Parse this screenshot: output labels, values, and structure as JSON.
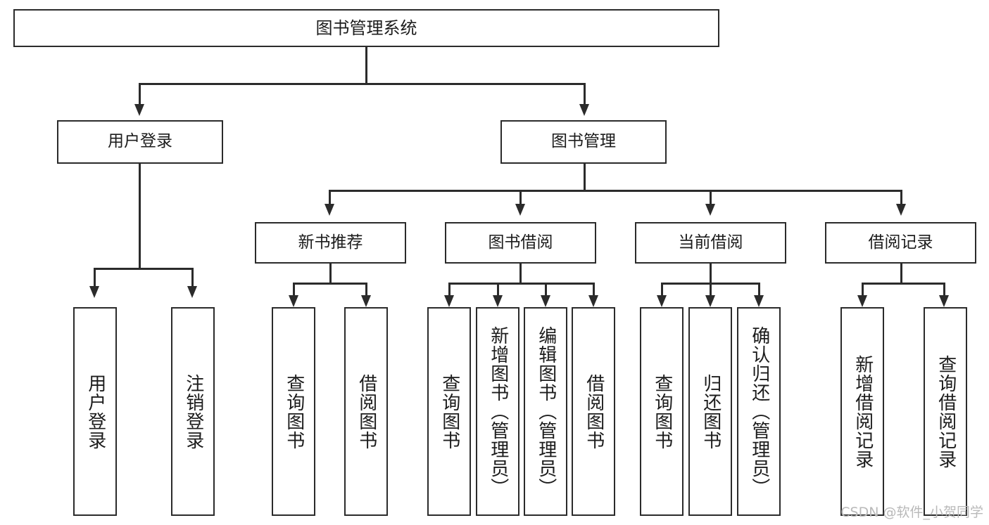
{
  "diagram": {
    "title": "图书管理系统",
    "type": "tree-hierarchy",
    "watermark": "CSDN @软件_小贺同学",
    "colors": {
      "background": "#ffffff",
      "stroke": "#2b2b2b",
      "text": "#1c1c1c",
      "watermark": "#b9b9b9"
    }
  },
  "nodes": {
    "root": {
      "label": "图书管理系统"
    },
    "level2": [
      {
        "label": "用户登录"
      },
      {
        "label": "图书管理"
      }
    ],
    "level3": [
      {
        "label": "新书推荐"
      },
      {
        "label": "图书借阅"
      },
      {
        "label": "当前借阅"
      },
      {
        "label": "借阅记录"
      }
    ],
    "leaves": {
      "user_login": [
        {
          "label": "用户登录"
        },
        {
          "label": "注销登录"
        }
      ],
      "new_book_recommend": [
        {
          "label": "查询图书"
        },
        {
          "label": "借阅图书"
        }
      ],
      "book_borrow": [
        {
          "label": "查询图书"
        },
        {
          "label": "新增图书（管理员）"
        },
        {
          "label": "编辑图书（管理员）"
        },
        {
          "label": "借阅图书"
        }
      ],
      "current_borrow": [
        {
          "label": "查询图书"
        },
        {
          "label": "归还图书"
        },
        {
          "label": "确认归还（管理员）"
        }
      ],
      "borrow_record": [
        {
          "label": "新增借阅记录"
        },
        {
          "label": "查询借阅记录"
        }
      ]
    }
  }
}
